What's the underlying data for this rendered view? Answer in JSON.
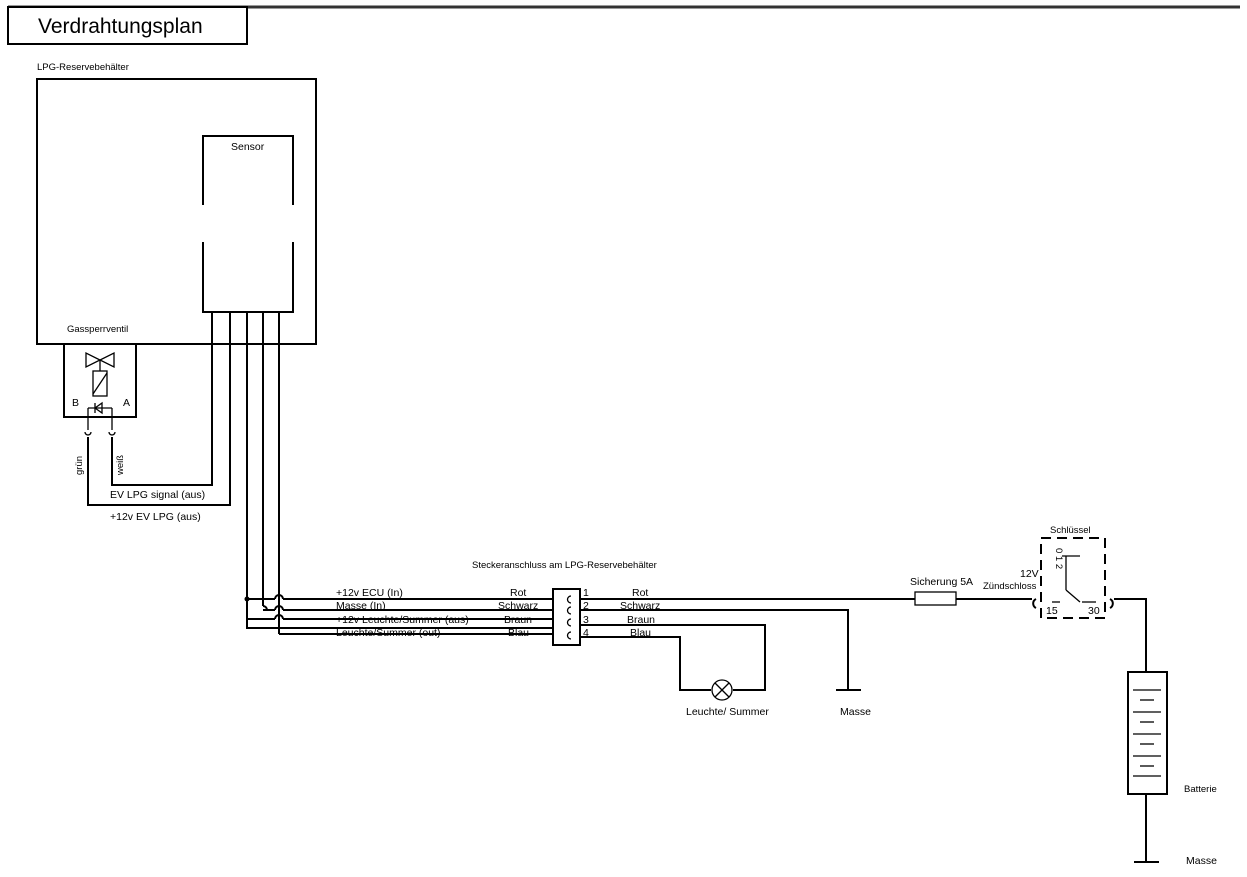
{
  "title": "Verdrahtungsplan",
  "tank": {
    "label": "LPG-Reservebehälter",
    "sensor_label": "Sensor"
  },
  "valve": {
    "label": "Gassperrventil",
    "terminal_b": "B",
    "terminal_a": "A",
    "wire_left": "grün",
    "wire_right": "weiß"
  },
  "ev_wires": {
    "signal": "EV LPG signal (aus)",
    "power": "+12v EV LPG (aus)"
  },
  "connector": {
    "label": "Steckeranschluss am LPG-Reservebehälter",
    "pins": [
      {
        "num": "1",
        "desc": "+12v ECU (In)",
        "color_in": "Rot",
        "color_out": "Rot"
      },
      {
        "num": "2",
        "desc": "Masse (In)",
        "color_in": "Schwarz",
        "color_out": "Schwarz"
      },
      {
        "num": "3",
        "desc": "+12v Leuchte/Summer (aus)",
        "color_in": "Braun",
        "color_out": "Braun"
      },
      {
        "num": "4",
        "desc": "Leuchte/Summer (out)",
        "color_in": "Blau",
        "color_out": "Blau"
      }
    ]
  },
  "lamp": {
    "label": "Leuchte/ Summer"
  },
  "ground_mid": {
    "label": "Masse"
  },
  "fuse": {
    "label": "Sicherung 5A"
  },
  "ignition": {
    "key_label": "Schlüssel",
    "label_12v": "12V",
    "label_switch": "Zündschloss",
    "positions": "0 1 2",
    "terminal_15": "15",
    "terminal_30": "30"
  },
  "battery": {
    "label": "Batterie"
  },
  "ground_right": {
    "label": "Masse"
  }
}
